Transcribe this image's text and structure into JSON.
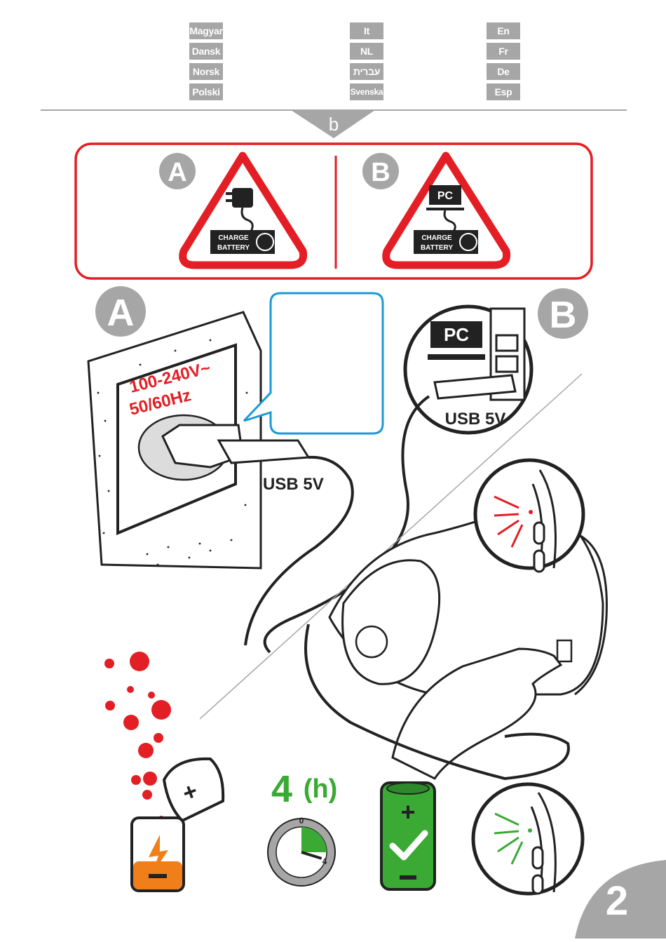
{
  "languages": {
    "col1": [
      "Magyar",
      "Dansk",
      "Norsk",
      "Polski"
    ],
    "col2": [
      "It",
      "NL",
      "עברית",
      "Svenska"
    ],
    "col3": [
      "En",
      "Fr",
      "De",
      "Esp"
    ]
  },
  "section_letter": "b",
  "icons_panel": {
    "option_a": {
      "label": "A",
      "sign_text_1": "CHARGE",
      "sign_text_2": "BATTERY"
    },
    "option_b": {
      "label": "B",
      "pc_text": "PC",
      "sign_text_1": "CHARGE",
      "sign_text_2": "BATTERY"
    }
  },
  "illustration": {
    "label_a": "A",
    "label_b": "B",
    "voltage_line_1": "100-240V~",
    "voltage_line_2": "50/60Hz",
    "usb_label_wall": "USB 5V",
    "usb_label_pc": "USB 5V",
    "pc_label": "PC"
  },
  "charge_info": {
    "hours_number": "4",
    "hours_unit": "(h)",
    "dial_start": "0",
    "dial_end": "4",
    "charge_fraction": 0.25
  },
  "page_number": "2",
  "colors": {
    "red": "#e31e24",
    "green": "#3aaa35",
    "orange": "#f07f1a",
    "blue": "#1a9ad7",
    "grey": "#a6a6a6"
  }
}
